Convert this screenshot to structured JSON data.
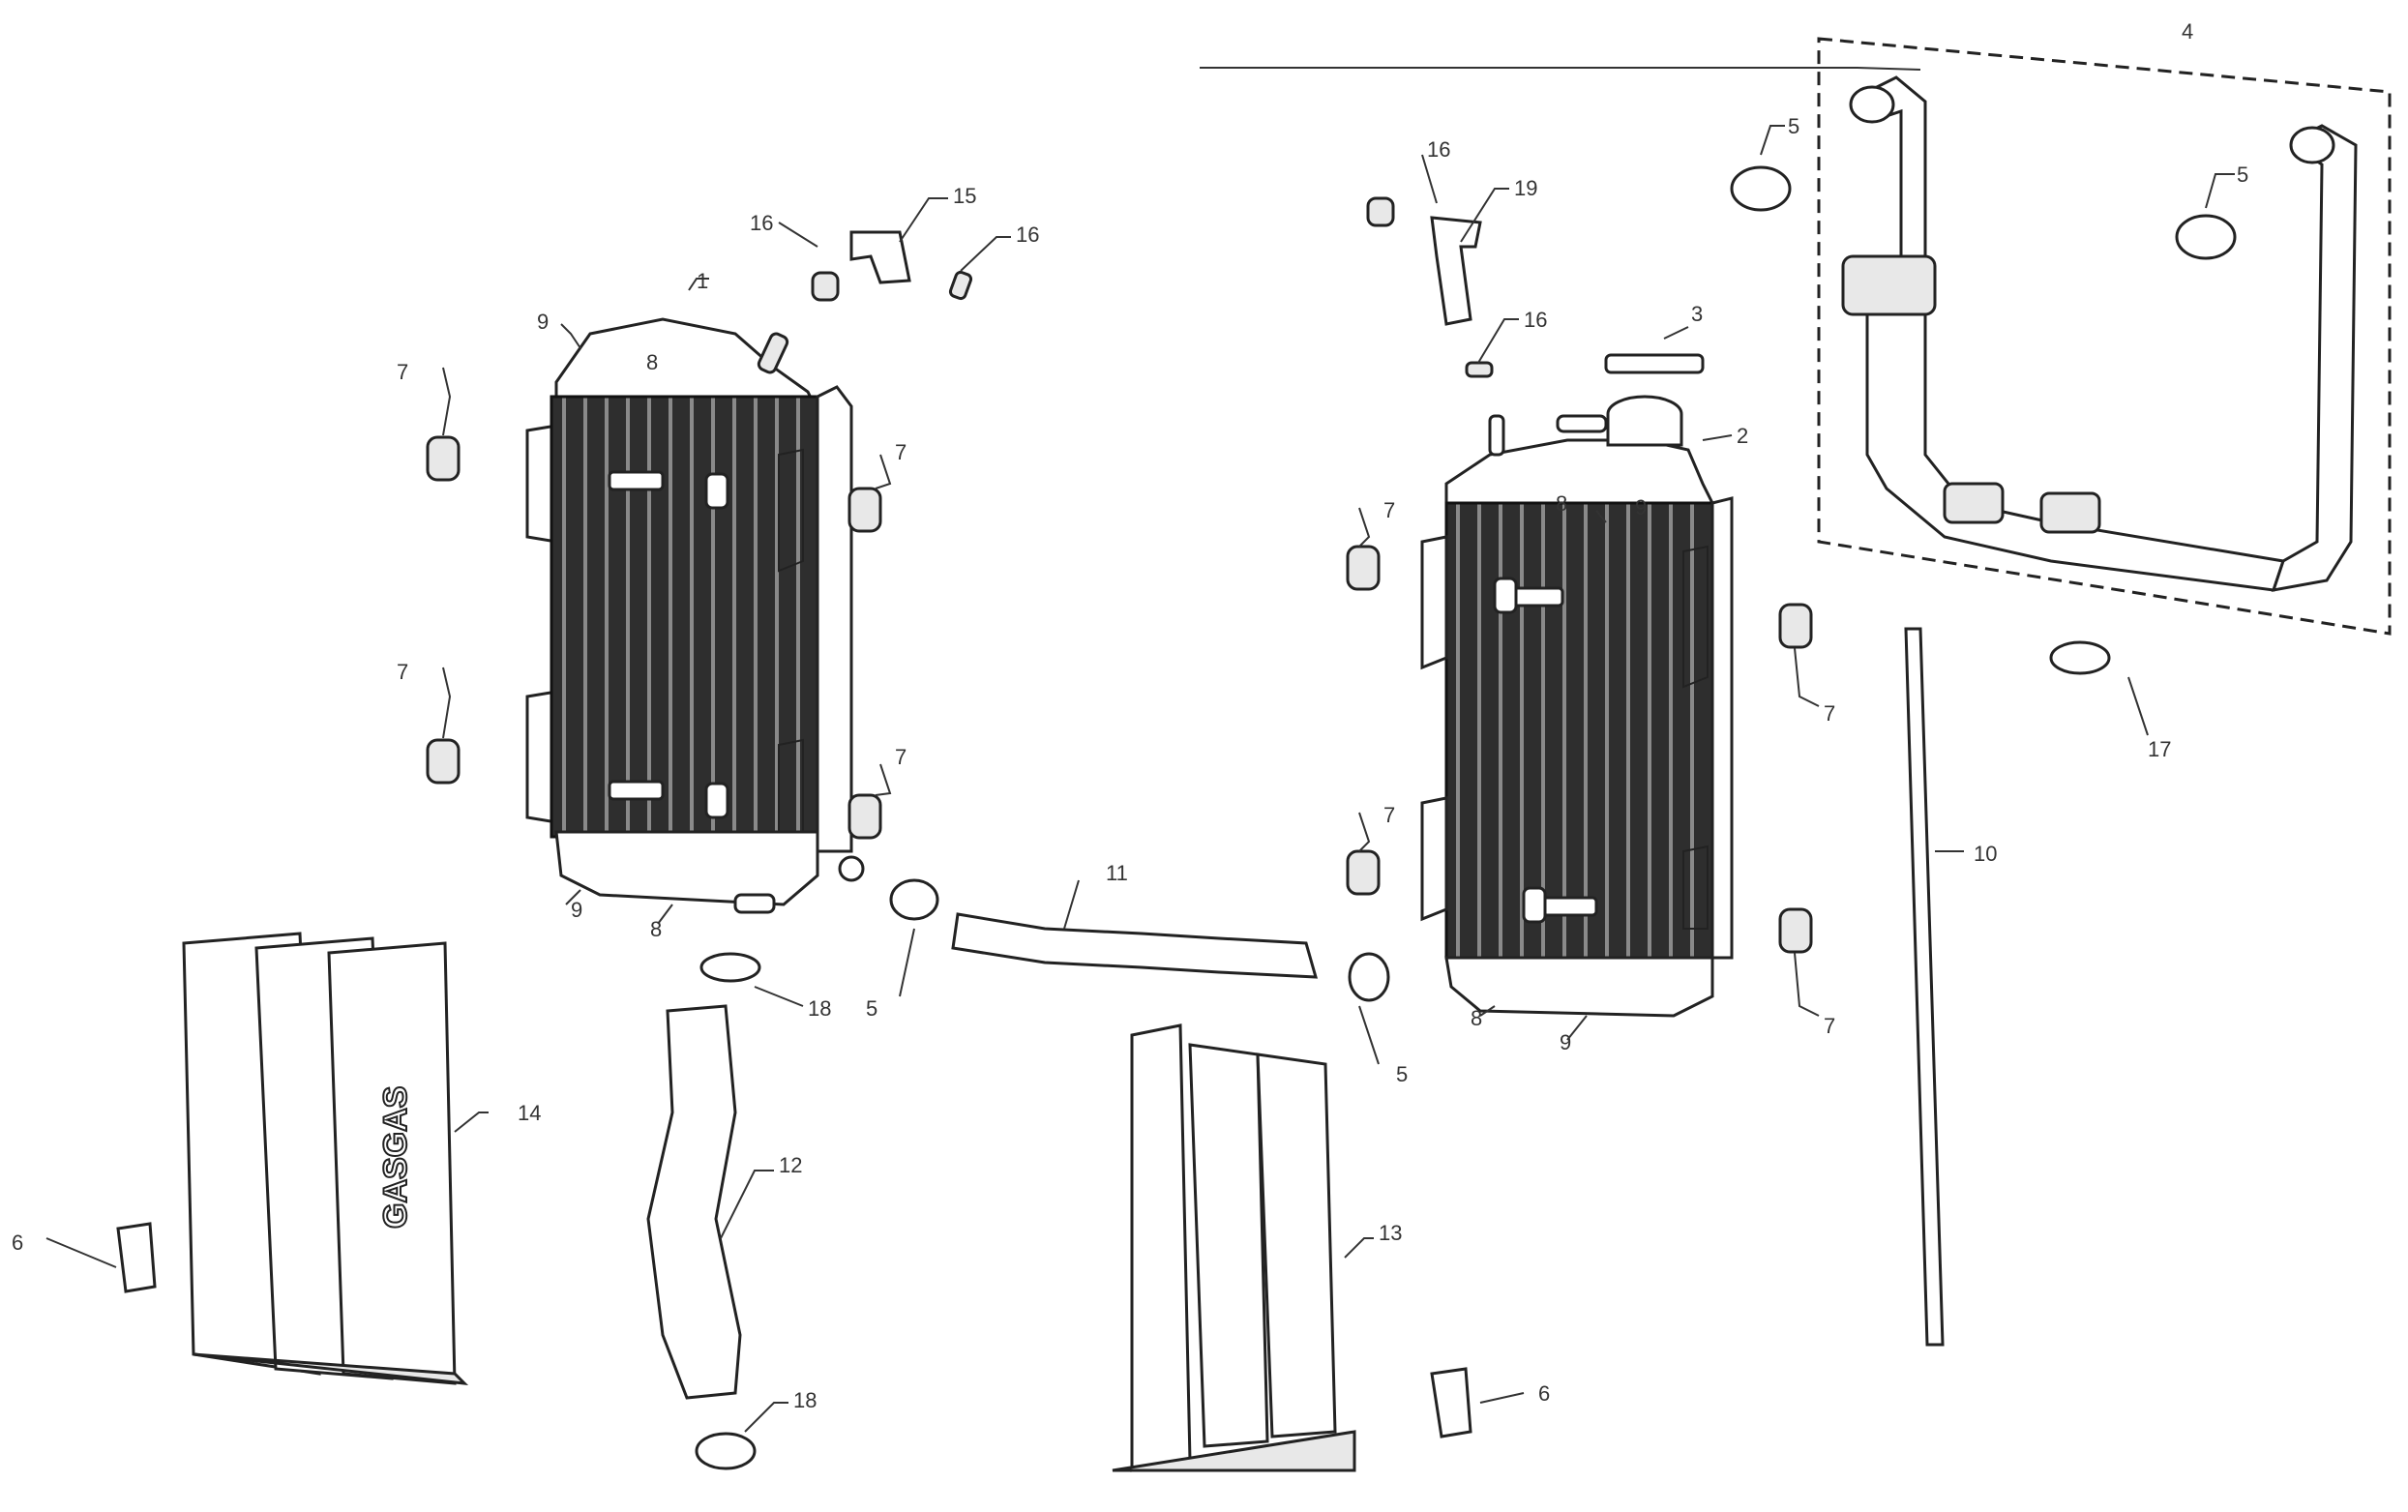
{
  "diagram": {
    "brand_text": "GASGAS",
    "callouts": {
      "c1": "1",
      "c2": "2",
      "c3": "3",
      "c4": "4",
      "c5a": "5",
      "c5b": "5",
      "c5c": "5",
      "c5d": "5",
      "c6a": "6",
      "c6b": "6",
      "c7a": "7",
      "c7b": "7",
      "c7c": "7",
      "c7d": "7",
      "c7e": "7",
      "c7f": "7",
      "c7g": "7",
      "c7h": "7",
      "c8a": "8",
      "c8b": "8",
      "c8c": "8",
      "c8d": "8",
      "c9a": "9",
      "c9b": "9",
      "c9c": "9",
      "c9d": "9",
      "c10": "10",
      "c11": "11",
      "c12": "12",
      "c13": "13",
      "c14": "14",
      "c15": "15",
      "c16a": "16",
      "c16b": "16",
      "c16c": "16",
      "c16d": "16",
      "c17": "17",
      "c18a": "18",
      "c18b": "18",
      "c19": "19"
    }
  }
}
